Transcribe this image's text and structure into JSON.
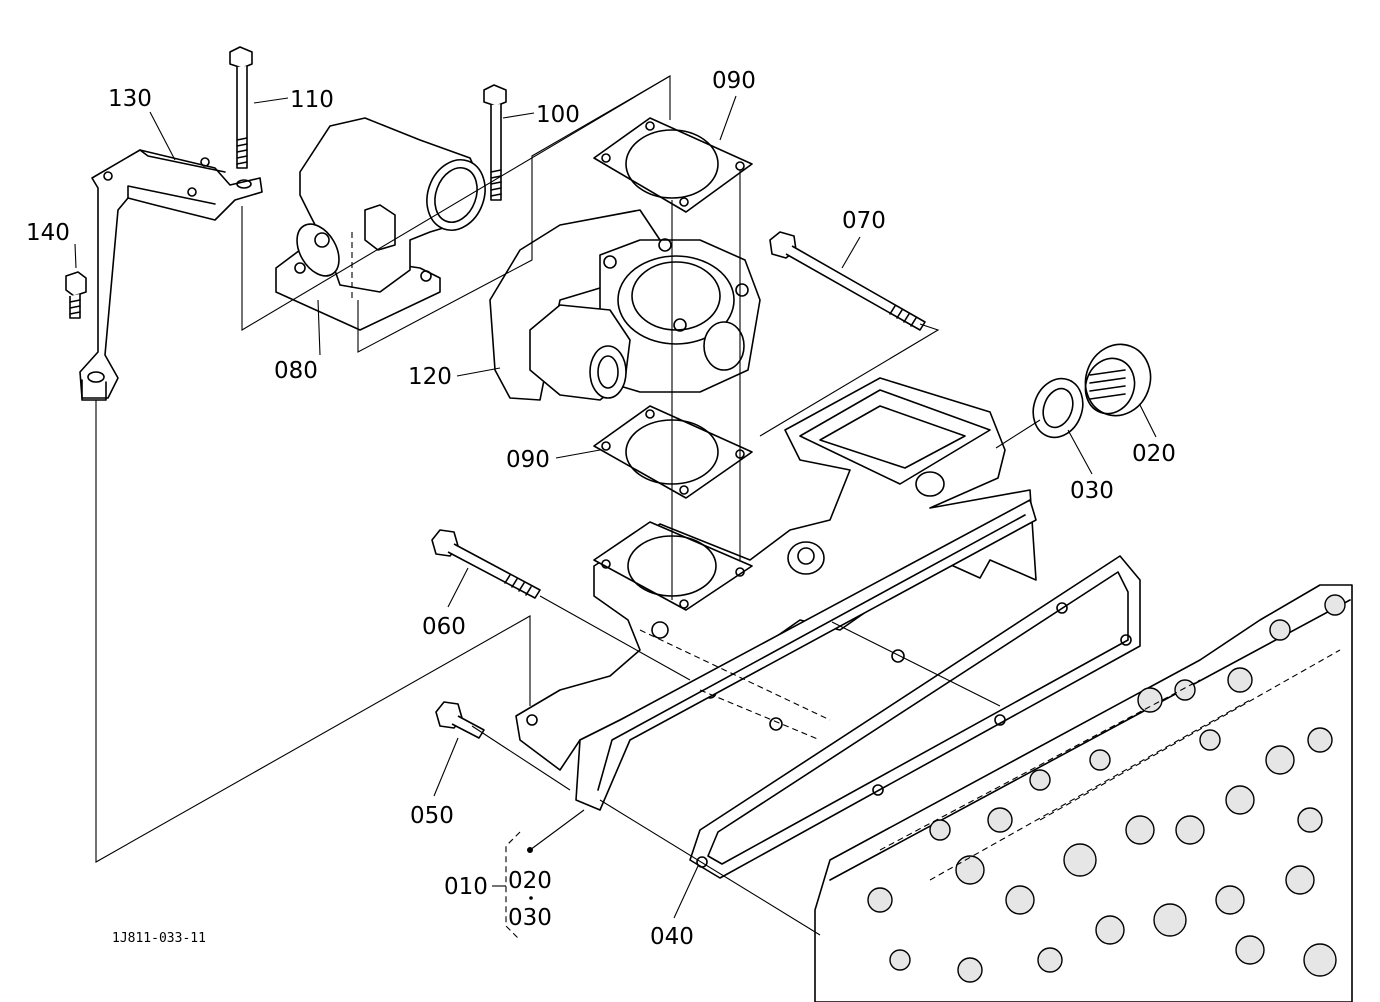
{
  "diagram": {
    "drawing_code": "1J811-033-11",
    "parts": {
      "p010": "010",
      "p020": "020",
      "p030": "030",
      "p040": "040",
      "p050": "050",
      "p060": "060",
      "p070": "070",
      "p080": "080",
      "p090_top": "090",
      "p090_bottom": "090",
      "p100": "100",
      "p110": "110",
      "p120": "120",
      "p130": "130",
      "p140": "140"
    },
    "assembly_group": {
      "label": "010",
      "members": [
        "020",
        "030"
      ]
    }
  }
}
